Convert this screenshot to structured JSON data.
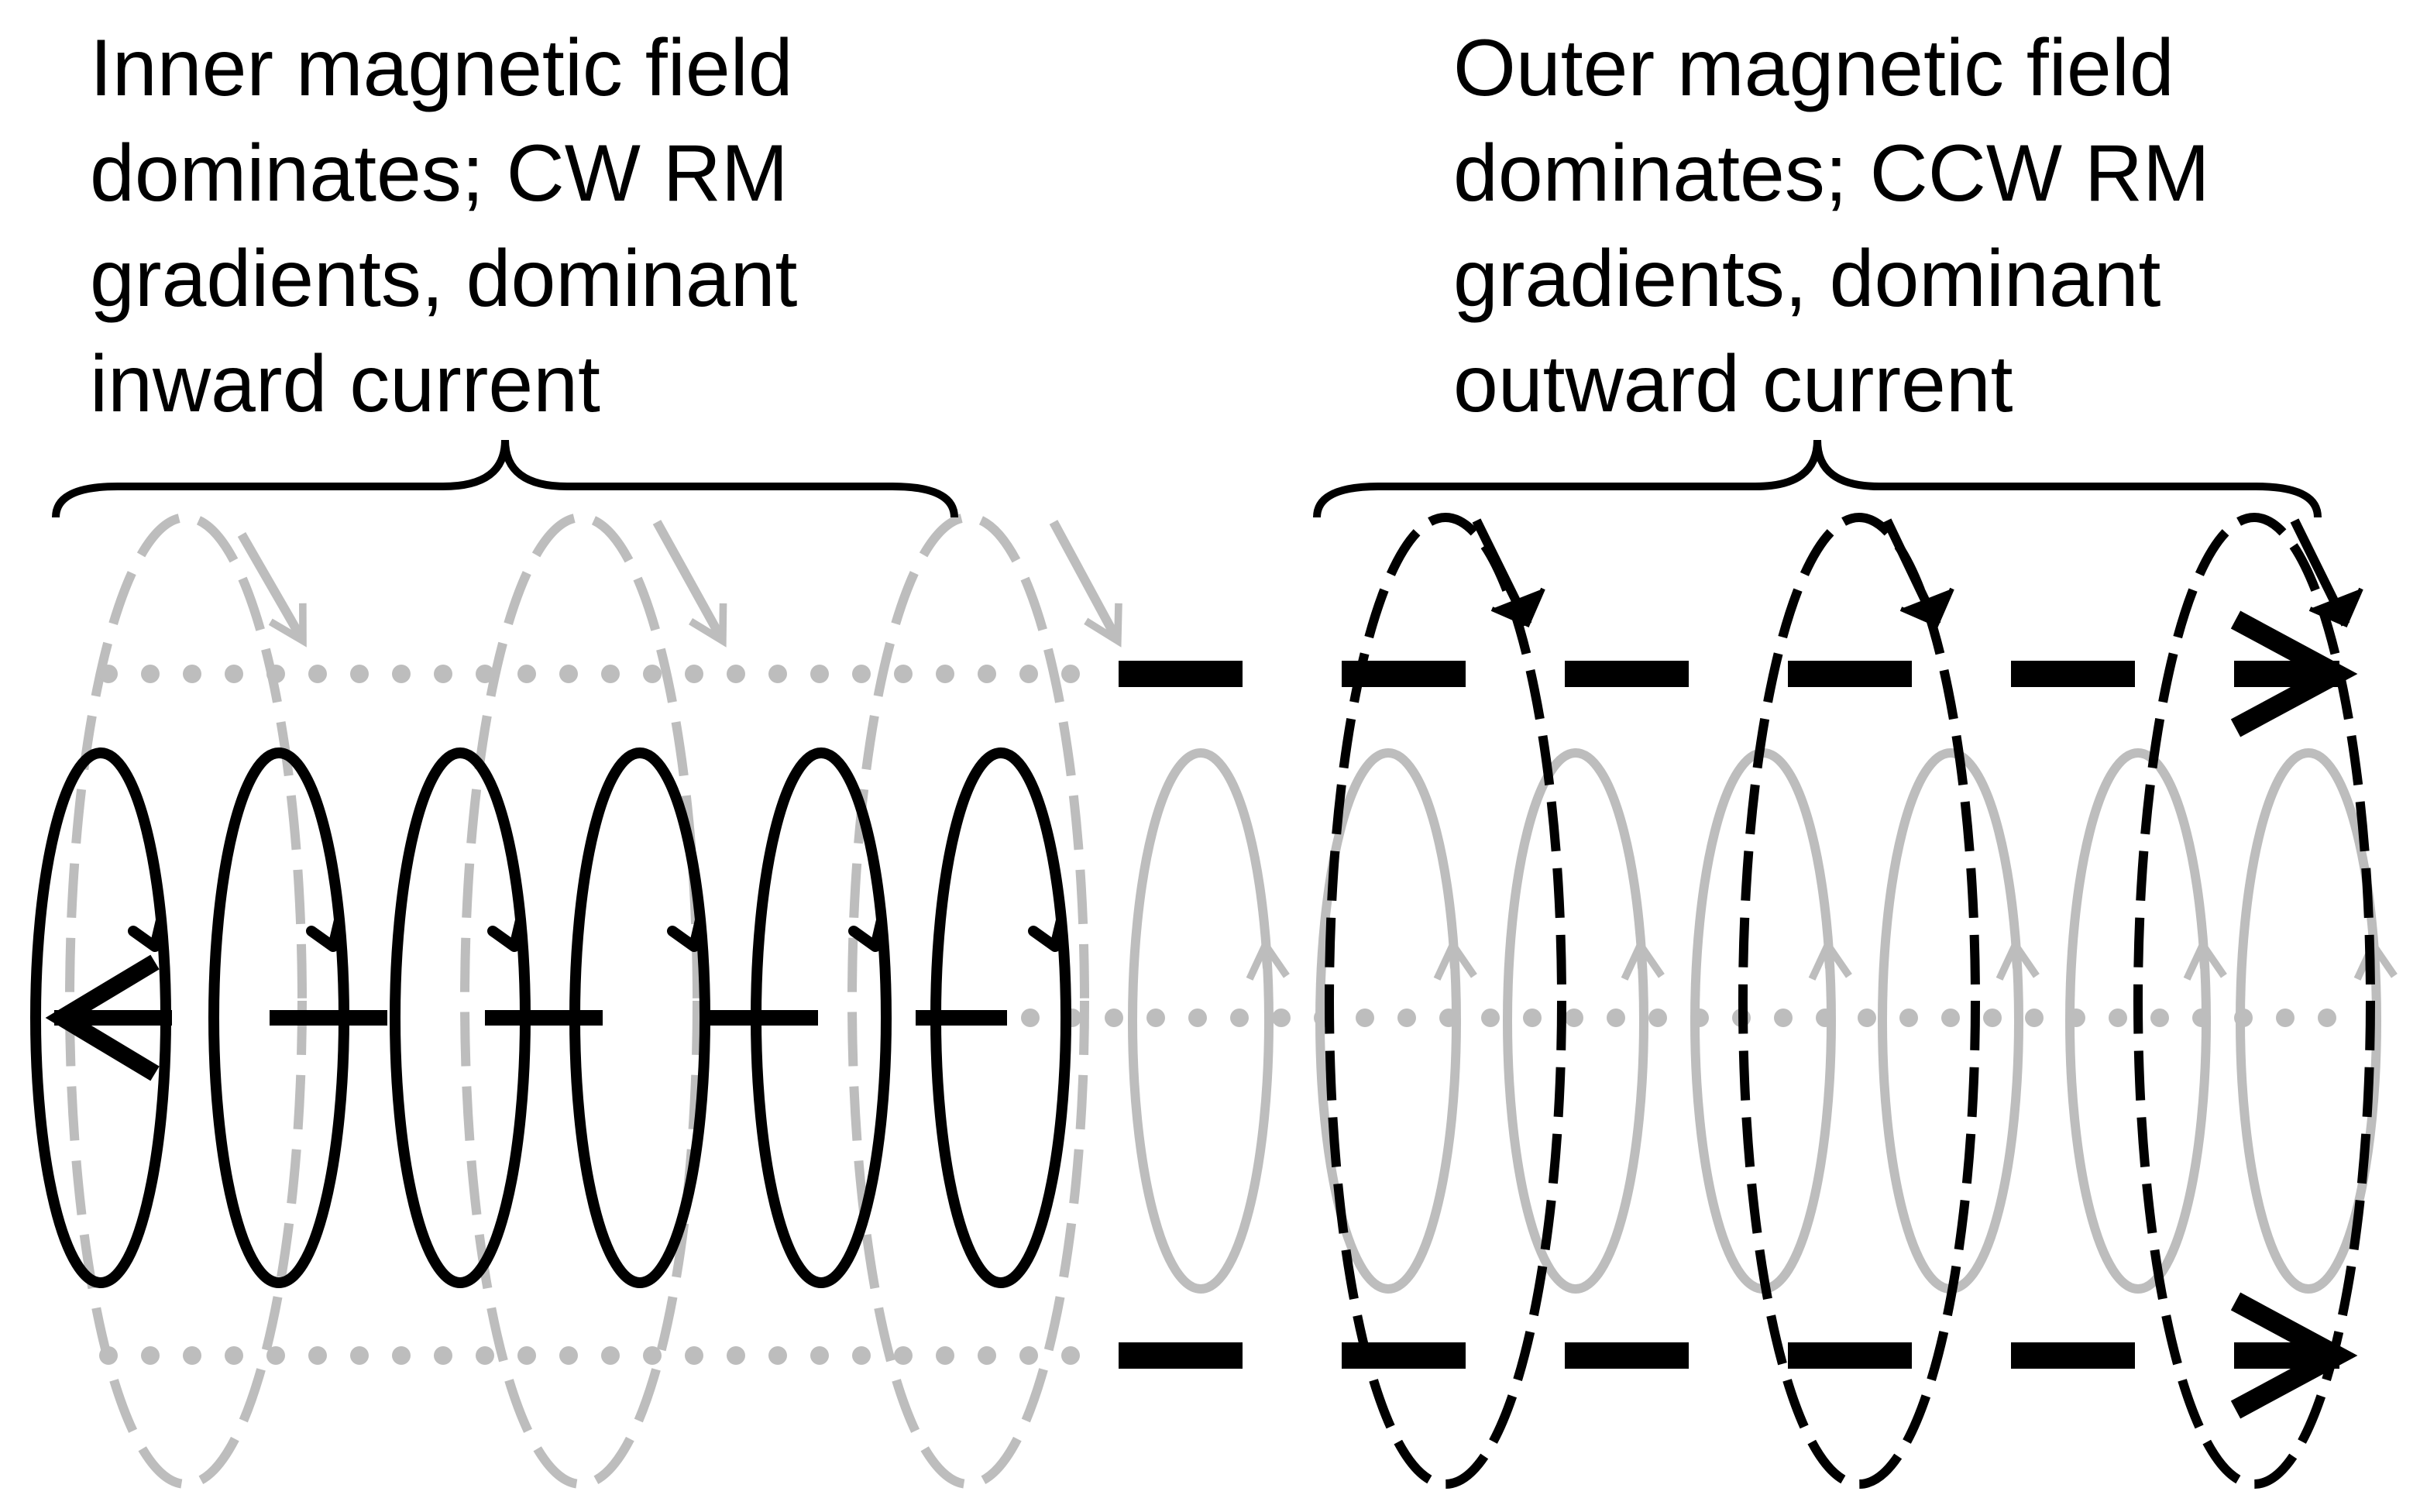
{
  "annotations": {
    "left": {
      "lines": [
        "Inner magnetic field",
        "dominates; CW RM",
        "gradients, dominant",
        "inward current"
      ]
    },
    "right": {
      "lines": [
        "Outer magnetic field",
        "dominates; CCW RM",
        "gradients, dominant",
        "outward current"
      ]
    }
  },
  "colors": {
    "black": "#000000",
    "gray": "#bdbdbd"
  }
}
